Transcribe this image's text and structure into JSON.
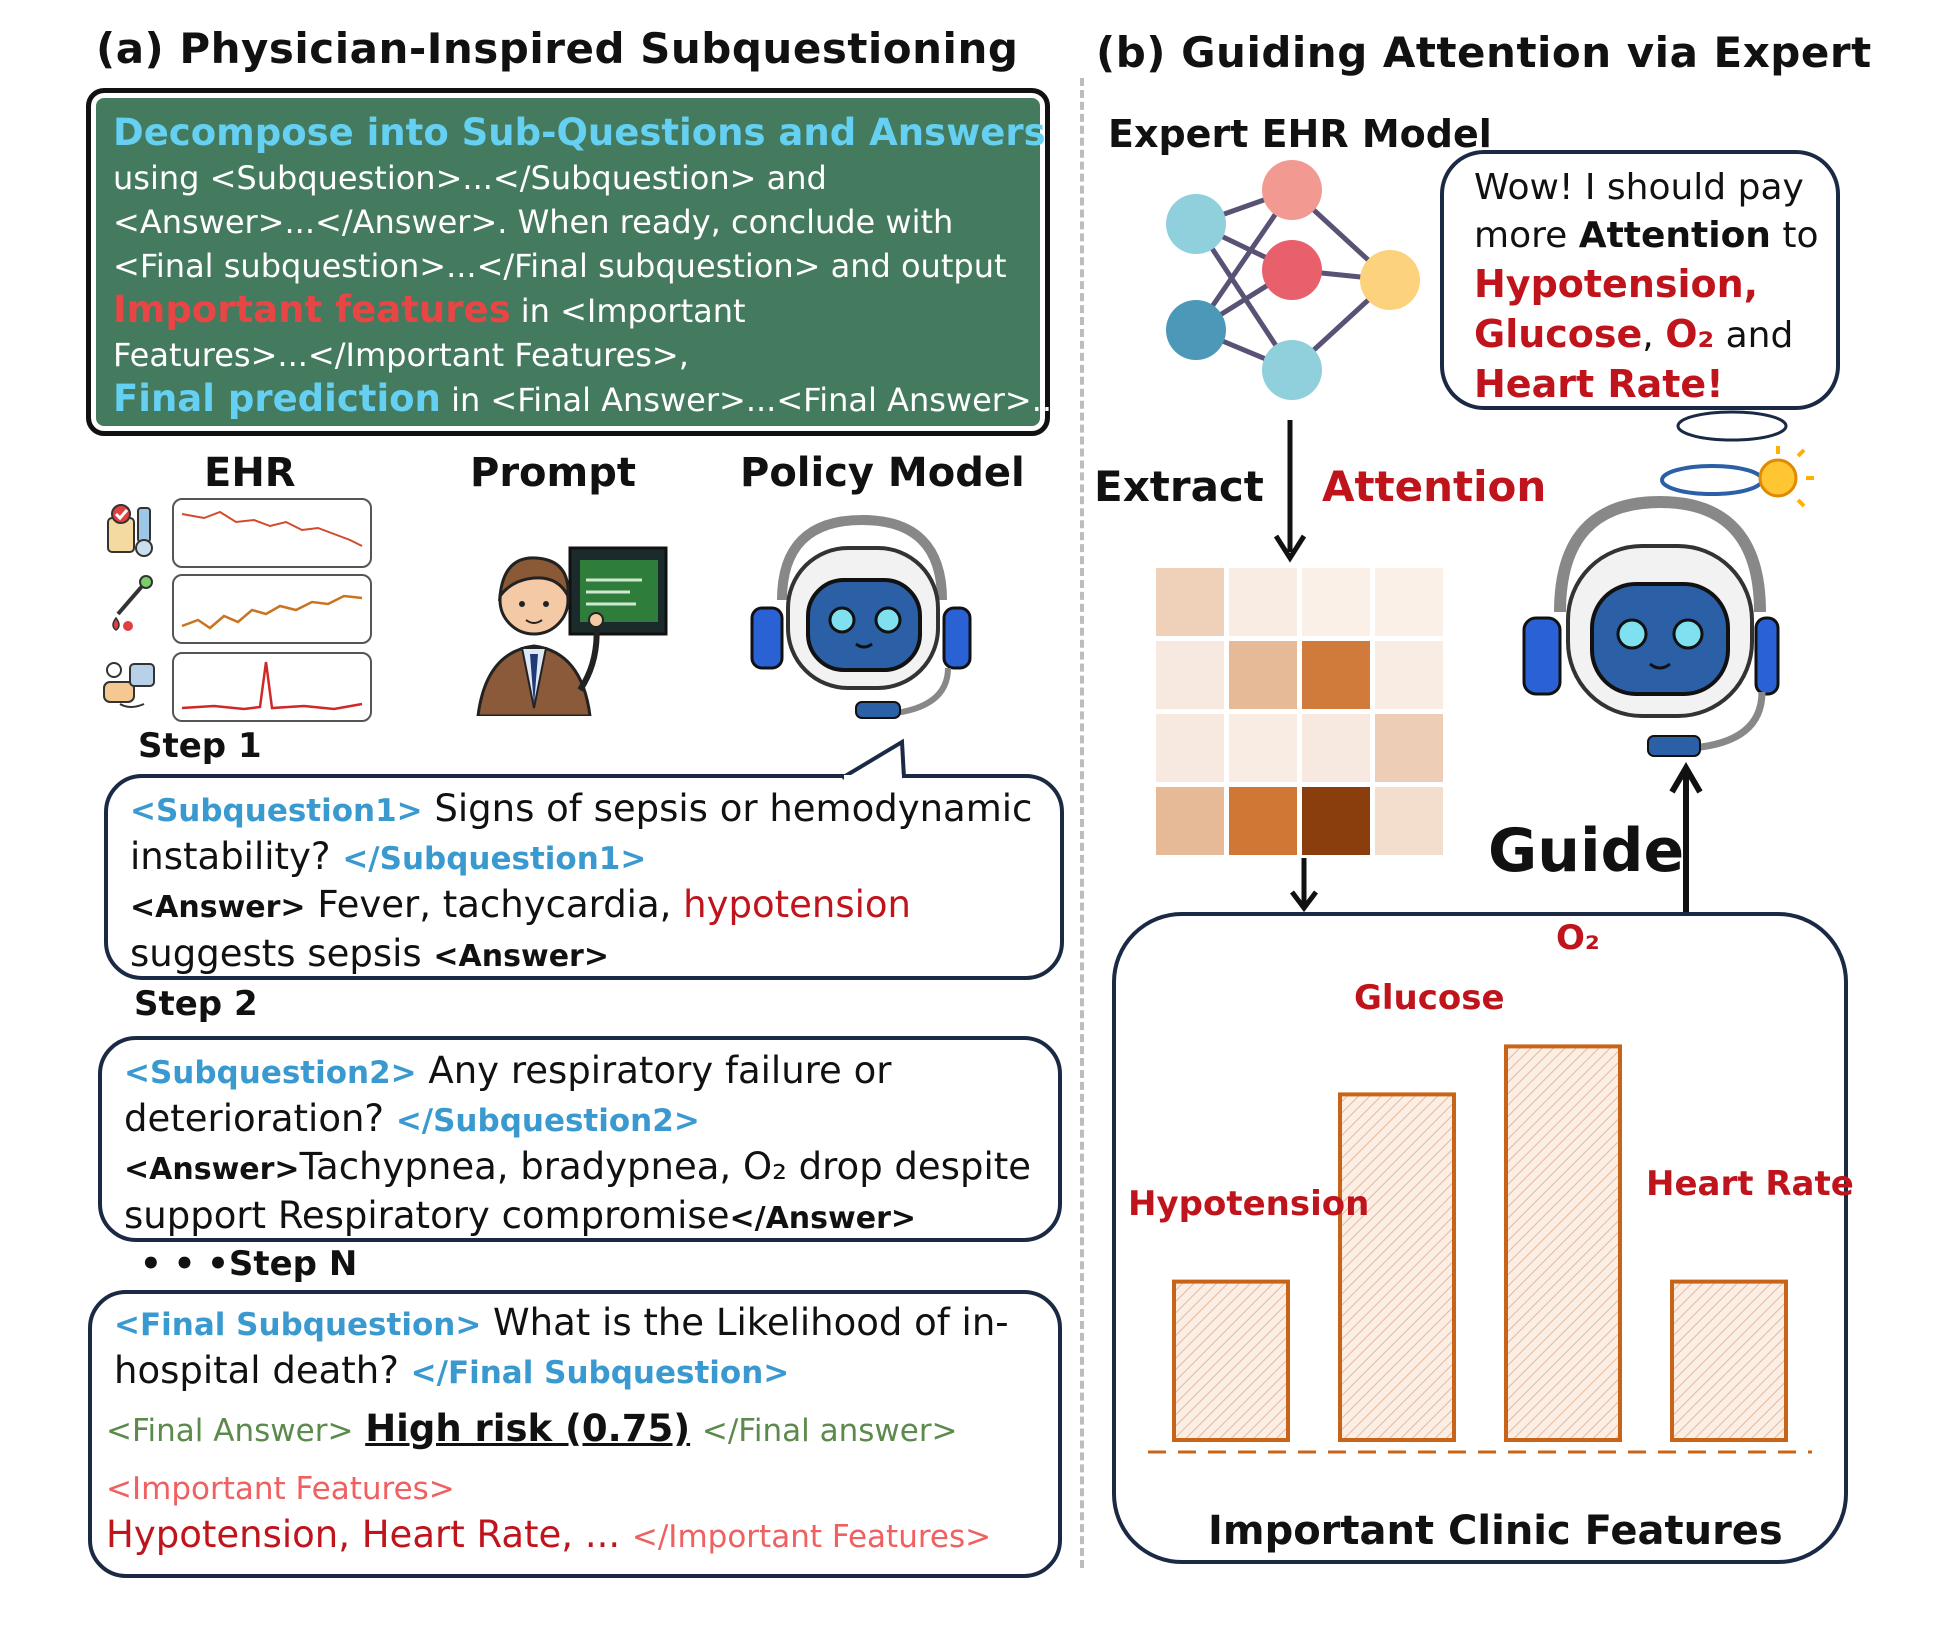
{
  "panel_a": {
    "title": "(a) Physician-Inspired Subquestioning",
    "board": {
      "line1": "Decompose into Sub-Questions and Answers",
      "line2": "using <Subquestion>...</Subquestion> and",
      "line3": "<Answer>...</Answer>. When ready, conclude with",
      "line4": "<Final subquestion>...</Final subquestion> and output",
      "line5_hl": "Important features",
      "line5_rest": " in <Important",
      "line6": "Features>...</Important Features>,",
      "line7_hl": "Final prediction",
      "line7_rest": " in <Final Answer>...<Final Answer>..."
    },
    "labels": {
      "ehr": "EHR",
      "prompt": "Prompt",
      "policy": "Policy Model"
    },
    "step1": {
      "label": "Step 1",
      "tag_open": "<Subquestion1>",
      "q1": " Signs of sepsis or hemodynamic",
      "q2": "instability? ",
      "tag_close": "</Subquestion1>",
      "ans_open": "<Answer>",
      "a1": " Fever, tachycardia, ",
      "a1_hl": "hypotension",
      "a2": "suggests sepsis ",
      "ans_close": "<Answer>"
    },
    "step2": {
      "label": "Step 2",
      "tag_open": "<Subquestion2>",
      "q1": " Any respiratory failure or",
      "q2": "deterioration? ",
      "tag_close": "</Subquestion2>",
      "ans_open": "<Answer>",
      "a1": "Tachypnea, bradypnea, O₂ drop despite",
      "a2": "support Respiratory compromise",
      "ans_close": "</Answer>"
    },
    "stepn": {
      "label": "• • •Step N",
      "tag_open": "<Final Subquestion>",
      "q1": " What is the Likelihood of in-",
      "q2": "hospital death? ",
      "tag_close": "</Final Subquestion>",
      "fa_open": "<Final Answer>",
      "fa_value": "High risk (0.75)",
      "fa_close": "</Final answer>",
      "if_open": "<Important Features>",
      "if_value": "Hypotension, Heart Rate, ... ",
      "if_close": "</Important Features>"
    }
  },
  "panel_b": {
    "title": "(b) Guiding Attention via Expert",
    "expert_label": "Expert EHR Model",
    "thought": {
      "t1": "Wow! I should pay",
      "t2a": "more ",
      "t2b": "Attention",
      "t2c": " to",
      "t3": "Hypotension,",
      "t4a": "Glucose",
      "t4b": ", ",
      "t4c": "O₂",
      "t4d": " and",
      "t5": "Heart Rate!"
    },
    "extract": "Extract",
    "attention": "Attention",
    "guide": "Guide",
    "heatmap": [
      [
        0.3,
        0.12,
        0.1,
        0.1
      ],
      [
        0.14,
        0.45,
        0.85,
        0.12
      ],
      [
        0.14,
        0.12,
        0.14,
        0.32
      ],
      [
        0.45,
        0.88,
        1.0,
        0.22
      ]
    ],
    "colors": {
      "heat": "#c86418",
      "bar_edge": "#c86418",
      "red": "#c0141c"
    }
  },
  "chart_data": {
    "type": "bar",
    "categories": [
      "Hypotension",
      "Glucose",
      "O₂",
      "Heart Rate"
    ],
    "values": [
      0.33,
      0.72,
      0.82,
      0.33
    ],
    "title": "",
    "xlabel": "Important   Clinic Features",
    "ylabel": "",
    "ylim": [
      0,
      1
    ]
  }
}
